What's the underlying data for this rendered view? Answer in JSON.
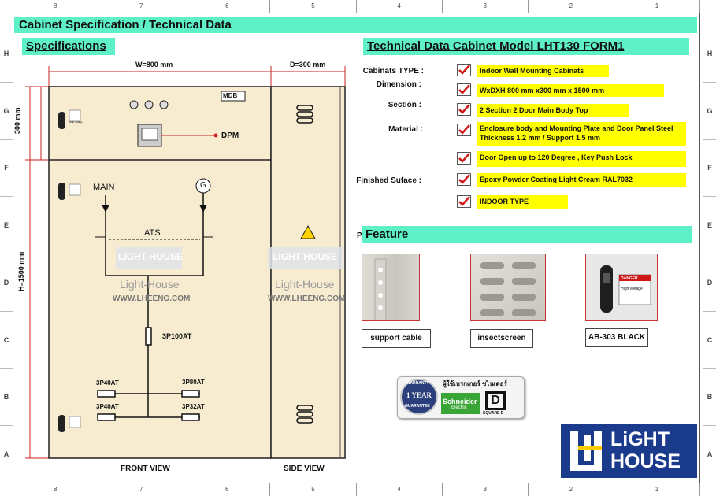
{
  "ruler": {
    "top": [
      "8",
      "7",
      "6",
      "5",
      "4",
      "3",
      "2",
      "1"
    ],
    "side": [
      "H",
      "G",
      "F",
      "E",
      "D",
      "C",
      "B",
      "A"
    ]
  },
  "title": "Cabinet Specification / Technical Data",
  "specifications_title": "Specifications",
  "technical_title": "Technical Data Cabinet  Model LHT130 FORM1",
  "feature_title": "Feature",
  "drawing": {
    "width_dim": "W=800 mm",
    "depth_dim": "D=300 mm",
    "top_dim": "300 mm",
    "height_dim": "H=1500 mm",
    "mdb": "MDB",
    "dpm": "DPM",
    "main": "MAIN",
    "generator": "G",
    "ats": "ATS",
    "main_breaker": "3P100AT",
    "b1": "3P40AT",
    "b2": "3P80AT",
    "b3": "3P40AT",
    "b4": "3P32AT",
    "front_view": "FRONT VIEW",
    "side_view": "SIDE  VIEW",
    "watermark_name": "Light-House",
    "watermark_url": "WWW.LHEENG.COM",
    "watermark_logo": "LiGHT HOUSE",
    "side_p": "P",
    "sticker": "High voltage"
  },
  "specs": [
    {
      "label": "Cabinats TYPE :",
      "value": "Indoor  Wall Mounting Cabinats"
    },
    {
      "label": "Dimension :",
      "value": "WxDXH 800 mm x300 mm x 1500 mm"
    },
    {
      "label": "Section :",
      "value": "2 Section 2 Door Main Body Top"
    },
    {
      "label": "Material :",
      "value": "Enclosure body and Mounting Plate and Door Panel Steel Thickness 1.2 mm  / Support 1.5 mm"
    },
    {
      "label": "",
      "value": "Door Open up to 120 Degree  , Key Push Lock"
    },
    {
      "label": "Finished Suface :",
      "value": "Epoxy Powder Coating  Light Cream RAL7032"
    },
    {
      "label": "",
      "value": "INDOOR TYPE"
    }
  ],
  "features": [
    "support cable",
    "insectscreen",
    "AB-303 BLACK"
  ],
  "feature_danger": "DANGER",
  "feature_high_voltage": "High voltage",
  "warranty": {
    "badge": "1 YEAR",
    "ring_top": "WARRANTY",
    "ring_bottom": "GUARANTEE",
    "thai": "ผู้ใช้เบรกเกอร์ ชไนเดอร์",
    "schneider": "Schneider",
    "schneider_sub": "Electric",
    "square_d": "D",
    "square_d_sub": "SQUARE D"
  },
  "logo": {
    "line1": "LiGHT",
    "line2": "HOUSE"
  },
  "colors": {
    "accent": "#5ef0c6",
    "highlight": "#ffff00",
    "panel": "#f7ecd0",
    "logo_bg": "#1a3a8c"
  }
}
